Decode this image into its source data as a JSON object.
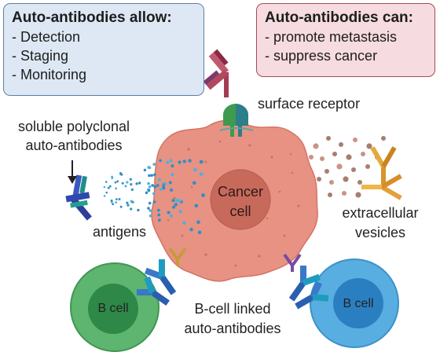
{
  "allow_box": {
    "title": "Auto-antibodies allow:",
    "items": [
      "- Detection",
      "- Staging",
      "- Monitoring"
    ],
    "bg": "#dde8f4",
    "border": "#5f7fa0"
  },
  "can_box": {
    "title": "Auto-antibodies can:",
    "items": [
      "- promote metastasis",
      "- suppress cancer"
    ],
    "bg": "#f6dbe0",
    "border": "#a54b58"
  },
  "labels": {
    "surface_receptor": "surface receptor",
    "soluble_line1": "soluble polyclonal",
    "soluble_line2": "auto-antibodies",
    "antigens": "antigens",
    "cancer_cell_line1": "Cancer",
    "cancer_cell_line2": "cell",
    "extracellular_line1": "extracellular",
    "extracellular_line2": "vesicles",
    "bcell_left": "B cell",
    "bcell_right": "B cell",
    "bcell_linked_line1": "B-cell linked",
    "bcell_linked_line2": "auto-antibodies"
  },
  "colors": {
    "cancer_cell": "#e79283",
    "cancer_nucleus": "#c86a5b",
    "antigen_dots": "#2f8fc4",
    "vesicles": "#a77f6f",
    "bcell_left": "#5db56f",
    "bcell_left_nucleus": "#2e8847",
    "bcell_right": "#58aee0",
    "bcell_right_nucleus": "#2a7fc0"
  }
}
